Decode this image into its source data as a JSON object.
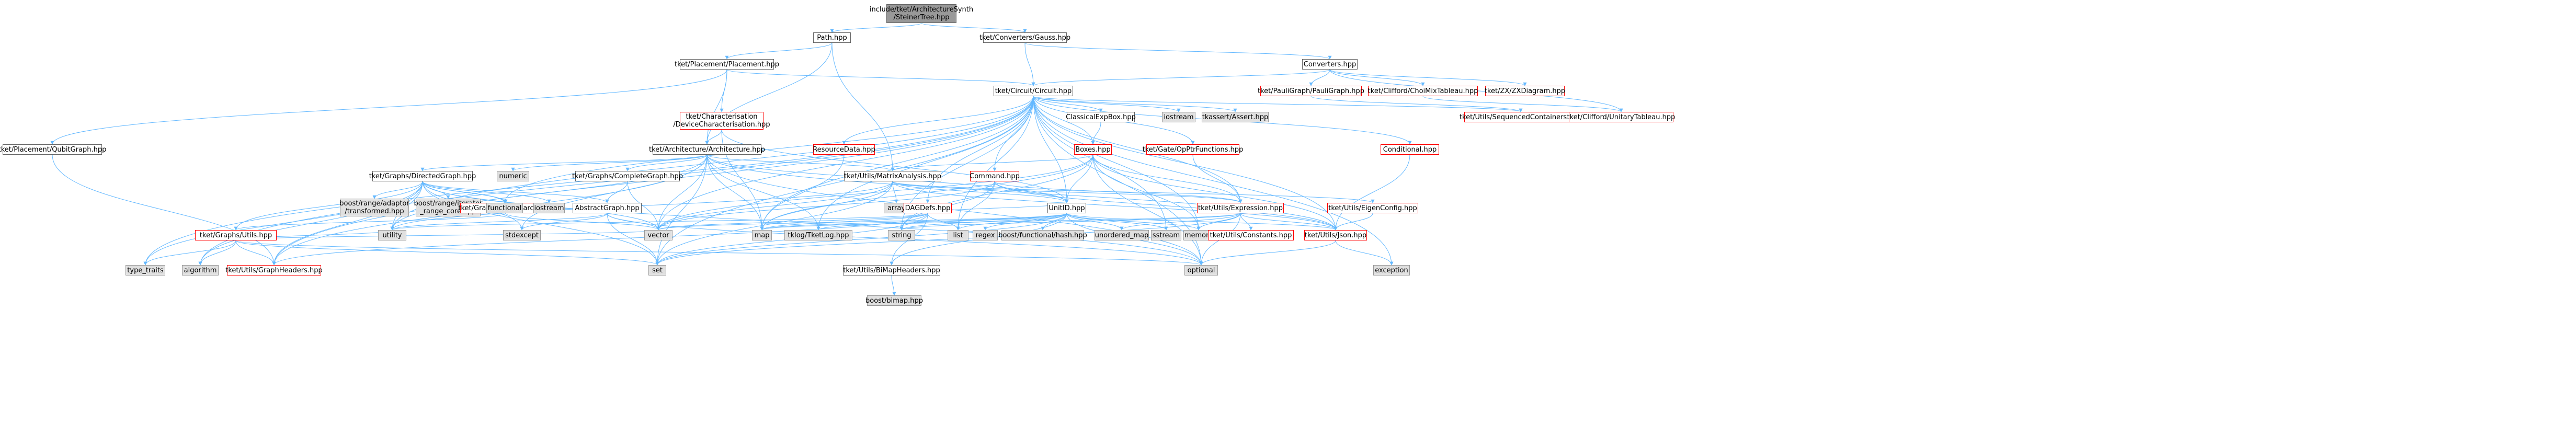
{
  "graph": {
    "edge_color": "#63b8ff",
    "root_color": "#999999",
    "missing_color": "#ff0000",
    "external_color": "#e0e0e0",
    "nodes": [
      {
        "id": "root",
        "label": "include/tket/ArchitectureSynth\n/SteinerTree.hpp",
        "kind": "root"
      },
      {
        "id": "path",
        "label": "Path.hpp",
        "kind": "normal"
      },
      {
        "id": "gauss",
        "label": "tket/Converters/Gauss.hpp",
        "kind": "normal"
      },
      {
        "id": "placement",
        "label": "tket/Placement/Placement.hpp",
        "kind": "normal"
      },
      {
        "id": "converters",
        "label": "Converters.hpp",
        "kind": "normal"
      },
      {
        "id": "circuit",
        "label": "tket/Circuit/Circuit.hpp",
        "kind": "normal"
      },
      {
        "id": "paulistrings",
        "label": "tket/PauliGraph/PauliGraph.hpp",
        "kind": "red"
      },
      {
        "id": "chomixtab",
        "label": "tket/Clifford/ChoiMixTableau.hpp",
        "kind": "red"
      },
      {
        "id": "zxdiagram",
        "label": "tket/ZX/ZXDiagram.hpp",
        "kind": "red"
      },
      {
        "id": "qubitgraph",
        "label": "tket/Placement/QubitGraph.hpp",
        "kind": "normal"
      },
      {
        "id": "devchar",
        "label": "tket/Characterisation\n/DeviceCharacterisation.hpp",
        "kind": "red"
      },
      {
        "id": "classicalexp",
        "label": "ClassicalExpBox.hpp",
        "kind": "normal"
      },
      {
        "id": "iostream1",
        "label": "iostream",
        "kind": "gray"
      },
      {
        "id": "tklogassert",
        "label": "tkassert/Assert.hpp",
        "kind": "gray"
      },
      {
        "id": "seqcontainers",
        "label": "tket/Utils/SequencedContainers.hpp",
        "kind": "red"
      },
      {
        "id": "unitarytab",
        "label": "tket/Clifford/UnitaryTableau.hpp",
        "kind": "red"
      },
      {
        "id": "architecture",
        "label": "tket/Architecture/Architecture.hpp",
        "kind": "normal"
      },
      {
        "id": "resourcedata",
        "label": "ResourceData.hpp",
        "kind": "red"
      },
      {
        "id": "boxes",
        "label": "Boxes.hpp",
        "kind": "red"
      },
      {
        "id": "qasmgates",
        "label": "tket/Gate/OpPtrFunctions.hpp",
        "kind": "red"
      },
      {
        "id": "conditional",
        "label": "Conditional.hpp",
        "kind": "red"
      },
      {
        "id": "directedgraph",
        "label": "tket/Graphs/DirectedGraph.hpp",
        "kind": "normal"
      },
      {
        "id": "numeric",
        "label": "numeric",
        "kind": "gray"
      },
      {
        "id": "completegraph",
        "label": "tket/Graphs/CompleteGraph.hpp",
        "kind": "normal"
      },
      {
        "id": "matrixanalysis",
        "label": "tket/Utils/MatrixAnalysis.hpp",
        "kind": "normal"
      },
      {
        "id": "command",
        "label": "Command.hpp",
        "kind": "red"
      },
      {
        "id": "boostadaptor",
        "label": "boost/range/adaptor\n/transformed.hpp",
        "kind": "gray"
      },
      {
        "id": "boostiterator",
        "label": "boost/range/iterator\n_range_core.hpp",
        "kind": "gray"
      },
      {
        "id": "treesearch",
        "label": "tket/Graphs/TreeSearch.hpp",
        "kind": "red"
      },
      {
        "id": "functional",
        "label": "functional",
        "kind": "gray"
      },
      {
        "id": "iostream2",
        "label": "iostream",
        "kind": "gray"
      },
      {
        "id": "abstractgraph",
        "label": "AbstractGraph.hpp",
        "kind": "normal"
      },
      {
        "id": "array",
        "label": "array",
        "kind": "gray"
      },
      {
        "id": "dagdefs",
        "label": "DAGDefs.hpp",
        "kind": "red"
      },
      {
        "id": "unitid",
        "label": "UnitID.hpp",
        "kind": "normal"
      },
      {
        "id": "expression",
        "label": "tket/Utils/Expression.hpp",
        "kind": "red"
      },
      {
        "id": "eigenconfig",
        "label": "tket/Utils/EigenConfig.hpp",
        "kind": "red"
      },
      {
        "id": "graphsutils",
        "label": "tket/Graphs/Utils.hpp",
        "kind": "red"
      },
      {
        "id": "utility",
        "label": "utility",
        "kind": "gray"
      },
      {
        "id": "stdexcept",
        "label": "stdexcept",
        "kind": "gray"
      },
      {
        "id": "vector",
        "label": "vector",
        "kind": "gray"
      },
      {
        "id": "map",
        "label": "map",
        "kind": "gray"
      },
      {
        "id": "tklog",
        "label": "tklog/TketLog.hpp",
        "kind": "gray"
      },
      {
        "id": "string",
        "label": "string",
        "kind": "gray"
      },
      {
        "id": "list",
        "label": "list",
        "kind": "gray"
      },
      {
        "id": "regex",
        "label": "regex",
        "kind": "gray"
      },
      {
        "id": "boosthash",
        "label": "boost/functional/hash.hpp",
        "kind": "gray"
      },
      {
        "id": "unorderedmap",
        "label": "unordered_map",
        "kind": "gray"
      },
      {
        "id": "iostream3",
        "label": "sstream",
        "kind": "gray"
      },
      {
        "id": "memory",
        "label": "memory",
        "kind": "gray"
      },
      {
        "id": "constants",
        "label": "tket/Utils/Constants.hpp",
        "kind": "red"
      },
      {
        "id": "json",
        "label": "tket/Utils/Json.hpp",
        "kind": "red"
      },
      {
        "id": "typetraits",
        "label": "type_traits",
        "kind": "gray"
      },
      {
        "id": "algorithm",
        "label": "algorithm",
        "kind": "gray"
      },
      {
        "id": "graphheaders",
        "label": "tket/Utils/GraphHeaders.hpp",
        "kind": "red"
      },
      {
        "id": "set",
        "label": "set",
        "kind": "gray"
      },
      {
        "id": "bimapheaders",
        "label": "tket/Utils/BiMapHeaders.hpp",
        "kind": "normal"
      },
      {
        "id": "optional",
        "label": "optional",
        "kind": "gray"
      },
      {
        "id": "exception",
        "label": "exception",
        "kind": "gray"
      },
      {
        "id": "boostbimap",
        "label": "boost/bimap.hpp",
        "kind": "gray"
      }
    ],
    "edges": [
      [
        "root",
        "path"
      ],
      [
        "root",
        "gauss"
      ],
      [
        "path",
        "placement"
      ],
      [
        "path",
        "architecture"
      ],
      [
        "path",
        "matrixanalysis"
      ],
      [
        "gauss",
        "converters"
      ],
      [
        "gauss",
        "circuit"
      ],
      [
        "placement",
        "circuit"
      ],
      [
        "placement",
        "qubitgraph"
      ],
      [
        "placement",
        "devchar"
      ],
      [
        "placement",
        "architecture"
      ],
      [
        "converters",
        "circuit"
      ],
      [
        "converters",
        "paulistrings"
      ],
      [
        "converters",
        "chomixtab"
      ],
      [
        "converters",
        "zxdiagram"
      ],
      [
        "converters",
        "unitarytab"
      ],
      [
        "circuit",
        "classicalexp"
      ],
      [
        "circuit",
        "iostream1"
      ],
      [
        "circuit",
        "tklogassert"
      ],
      [
        "circuit",
        "seqcontainers"
      ],
      [
        "circuit",
        "resourcedata"
      ],
      [
        "circuit",
        "boxes"
      ],
      [
        "circuit",
        "qasmgates"
      ],
      [
        "circuit",
        "conditional"
      ],
      [
        "circuit",
        "command"
      ],
      [
        "circuit",
        "dagdefs"
      ],
      [
        "circuit",
        "unitid"
      ],
      [
        "circuit",
        "vector"
      ],
      [
        "circuit",
        "map"
      ],
      [
        "circuit",
        "tklog"
      ],
      [
        "circuit",
        "string"
      ],
      [
        "circuit",
        "list"
      ],
      [
        "circuit",
        "functional"
      ],
      [
        "circuit",
        "typetraits"
      ],
      [
        "circuit",
        "algorithm"
      ],
      [
        "circuit",
        "graphheaders"
      ],
      [
        "circuit",
        "set"
      ],
      [
        "circuit",
        "optional"
      ],
      [
        "circuit",
        "memory"
      ],
      [
        "circuit",
        "json"
      ],
      [
        "circuit",
        "iostream3"
      ],
      [
        "circuit",
        "exception"
      ],
      [
        "circuit",
        "utility"
      ],
      [
        "circuit",
        "expression"
      ],
      [
        "paulistrings",
        "seqcontainers"
      ],
      [
        "chomixtab",
        "unitarytab"
      ],
      [
        "qubitgraph",
        "graphheaders"
      ],
      [
        "devchar",
        "architecture"
      ],
      [
        "devchar",
        "unitid"
      ],
      [
        "devchar",
        "map"
      ],
      [
        "classicalexp",
        "boxes"
      ],
      [
        "architecture",
        "directedgraph"
      ],
      [
        "architecture",
        "numeric"
      ],
      [
        "architecture",
        "completegraph"
      ],
      [
        "architecture",
        "matrixanalysis"
      ],
      [
        "architecture",
        "graphheaders"
      ],
      [
        "architecture",
        "unitid"
      ],
      [
        "architecture",
        "vector"
      ],
      [
        "architecture",
        "set"
      ],
      [
        "architecture",
        "optional"
      ],
      [
        "architecture",
        "json"
      ],
      [
        "architecture",
        "tklog"
      ],
      [
        "architecture",
        "utility"
      ],
      [
        "architecture",
        "stdexcept"
      ],
      [
        "architecture",
        "map"
      ],
      [
        "resourcedata",
        "map"
      ],
      [
        "boxes",
        "matrixanalysis"
      ],
      [
        "boxes",
        "unitid"
      ],
      [
        "boxes",
        "expression"
      ],
      [
        "boxes",
        "json"
      ],
      [
        "boxes",
        "memory"
      ],
      [
        "boxes",
        "map"
      ],
      [
        "boxes",
        "vector"
      ],
      [
        "boxes",
        "optional"
      ],
      [
        "boxes",
        "string"
      ],
      [
        "qasmgates",
        "expression"
      ],
      [
        "conditional",
        "json"
      ],
      [
        "directedgraph",
        "boostadaptor"
      ],
      [
        "directedgraph",
        "boostiterator"
      ],
      [
        "directedgraph",
        "treesearch"
      ],
      [
        "directedgraph",
        "functional"
      ],
      [
        "directedgraph",
        "iostream2"
      ],
      [
        "directedgraph",
        "abstractgraph"
      ],
      [
        "directedgraph",
        "graphsutils"
      ],
      [
        "directedgraph",
        "graphheaders"
      ],
      [
        "directedgraph",
        "utility"
      ],
      [
        "directedgraph",
        "stdexcept"
      ],
      [
        "directedgraph",
        "typetraits"
      ],
      [
        "directedgraph",
        "algorithm"
      ],
      [
        "directedgraph",
        "set"
      ],
      [
        "directedgraph",
        "vector"
      ],
      [
        "directedgraph",
        "optional"
      ],
      [
        "completegraph",
        "abstractgraph"
      ],
      [
        "completegraph",
        "vector"
      ],
      [
        "matrixanalysis",
        "array"
      ],
      [
        "matrixanalysis",
        "unitid"
      ],
      [
        "matrixanalysis",
        "eigenconfig"
      ],
      [
        "matrixanalysis",
        "expression"
      ],
      [
        "matrixanalysis",
        "vector"
      ],
      [
        "matrixanalysis",
        "utility"
      ],
      [
        "matrixanalysis",
        "map"
      ],
      [
        "matrixanalysis",
        "set"
      ],
      [
        "matrixanalysis",
        "json"
      ],
      [
        "command",
        "unitid"
      ],
      [
        "command",
        "expression"
      ],
      [
        "command",
        "json"
      ],
      [
        "command",
        "string"
      ],
      [
        "command",
        "list"
      ],
      [
        "command",
        "vector"
      ],
      [
        "command",
        "sstream_dummy"
      ],
      [
        "treesearch",
        "graphsutils"
      ],
      [
        "treesearch",
        "vector"
      ],
      [
        "abstractgraph",
        "utility"
      ],
      [
        "abstractgraph",
        "stdexcept"
      ],
      [
        "abstractgraph",
        "set"
      ],
      [
        "abstractgraph",
        "vector"
      ],
      [
        "abstractgraph",
        "optional"
      ],
      [
        "dagdefs",
        "unitid"
      ],
      [
        "dagdefs",
        "map"
      ],
      [
        "dagdefs",
        "list"
      ],
      [
        "dagdefs",
        "vector"
      ],
      [
        "dagdefs",
        "utility"
      ],
      [
        "dagdefs",
        "set"
      ],
      [
        "dagdefs",
        "graphheaders"
      ],
      [
        "dagdefs",
        "bimapheaders"
      ],
      [
        "unitid",
        "bimapheaders"
      ],
      [
        "unitid",
        "boosthash"
      ],
      [
        "unitid",
        "string"
      ],
      [
        "unitid",
        "regex"
      ],
      [
        "unitid",
        "unorderedmap"
      ],
      [
        "unitid",
        "iostream3"
      ],
      [
        "unitid",
        "memory"
      ],
      [
        "unitid",
        "vector"
      ],
      [
        "unitid",
        "map"
      ],
      [
        "unitid",
        "list"
      ],
      [
        "unitid",
        "set"
      ],
      [
        "unitid",
        "optional"
      ],
      [
        "unitid",
        "json"
      ],
      [
        "unitid",
        "tklog"
      ],
      [
        "expression",
        "constants"
      ],
      [
        "expression",
        "json"
      ],
      [
        "expression",
        "set"
      ],
      [
        "expression",
        "map"
      ],
      [
        "expression",
        "optional"
      ],
      [
        "expression",
        "memory"
      ],
      [
        "expression",
        "unorderedmap"
      ],
      [
        "expression",
        "string"
      ],
      [
        "eigenconfig",
        "json"
      ],
      [
        "graphsutils",
        "typetraits"
      ],
      [
        "graphsutils",
        "algorithm"
      ],
      [
        "graphsutils",
        "graphheaders"
      ],
      [
        "graphsutils",
        "set"
      ],
      [
        "graphsutils",
        "optional"
      ],
      [
        "graphsutils",
        "vector"
      ],
      [
        "graphsutils",
        "utility"
      ],
      [
        "json",
        "exception"
      ],
      [
        "json",
        "optional"
      ],
      [
        "bimapheaders",
        "boostbimap"
      ]
    ]
  }
}
